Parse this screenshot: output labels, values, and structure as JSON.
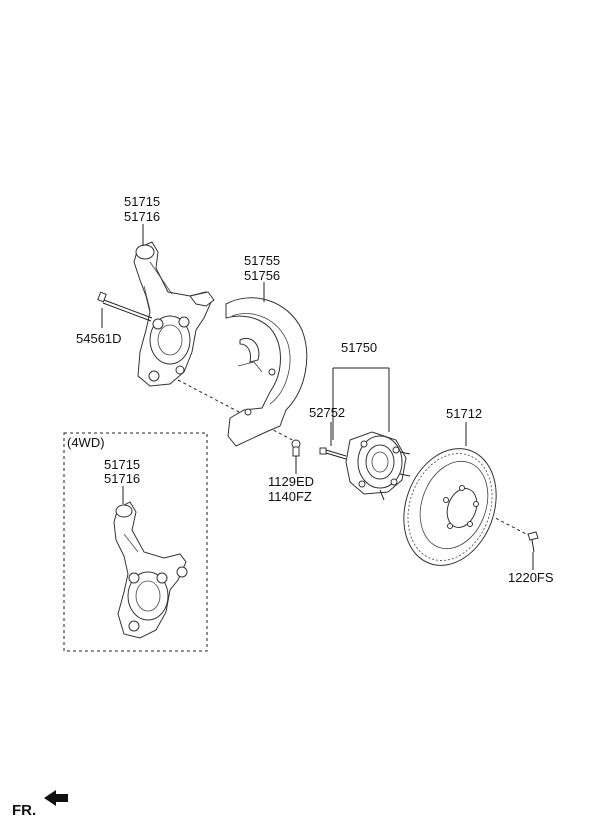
{
  "labels": {
    "knuckle_top_1": "51715",
    "knuckle_top_2": "51716",
    "bolt_left": "54561D",
    "shield_1": "51755",
    "shield_2": "51756",
    "screw_1": "1129ED",
    "screw_2": "1140FZ",
    "hub_group": "51750",
    "hub_bolt": "52752",
    "disc": "51712",
    "disc_screw": "1220FS",
    "variant_box": "(4WD)",
    "variant_knuckle_1": "51715",
    "variant_knuckle_2": "51716",
    "front_indicator": "FR."
  }
}
